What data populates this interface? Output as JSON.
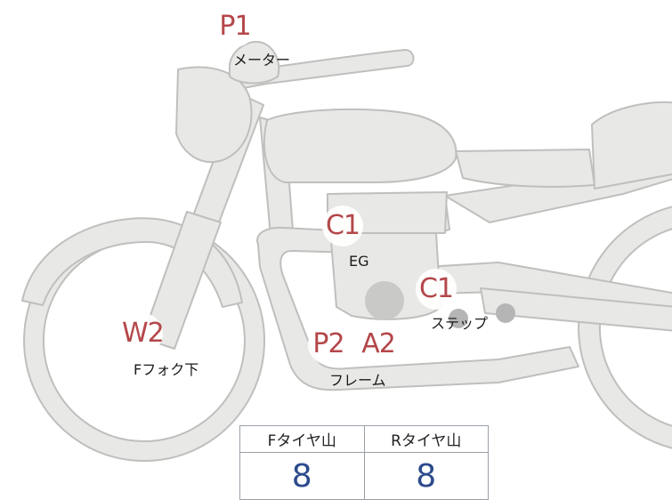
{
  "colors": {
    "bike_fill": "#e8e8e6",
    "bike_stroke": "#bfbfbd",
    "grade_text": "#b4474a",
    "value_text": "#2c4a8c",
    "spot": "#b5b5b5"
  },
  "grades": {
    "meter": "P1",
    "engine": "C1",
    "step": "C1",
    "front_fork": "W2",
    "frame_p": "P2",
    "frame_a": "A2"
  },
  "labels": {
    "meter": "メーター",
    "engine": "EG",
    "step": "ステップ",
    "front_fork": "Fフォク下",
    "frame": "フレーム"
  },
  "tire_table": {
    "headers": [
      "Fタイヤ山",
      "Rタイヤ山"
    ],
    "values": [
      "8",
      "8"
    ]
  }
}
